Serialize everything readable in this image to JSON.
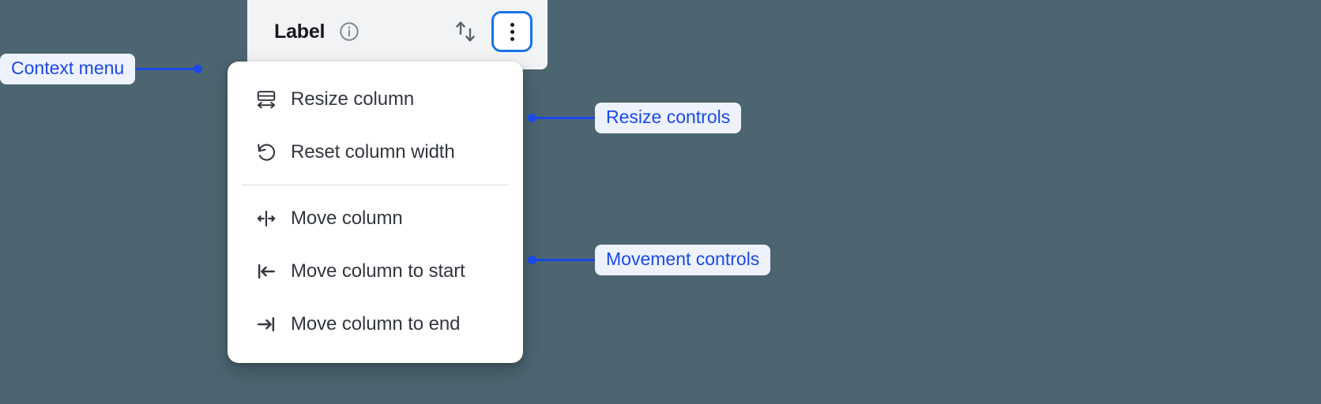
{
  "background_color": "#4c6570",
  "accent_color": "#1a49e8",
  "focus_ring_color": "#1a73e8",
  "header": {
    "title": "Label",
    "info_icon": "info-circle-icon",
    "sort_icon": "sort-arrows-icon",
    "kebab_icon": "more-vertical-icon",
    "card_background": "#f1f3f4"
  },
  "menu": {
    "groups": [
      {
        "name": "resize",
        "items": [
          {
            "label": "Resize column",
            "icon": "resize-column-icon"
          },
          {
            "label": "Reset column width",
            "icon": "reset-rotate-icon"
          }
        ]
      },
      {
        "name": "movement",
        "items": [
          {
            "label": "Move column",
            "icon": "move-column-icon"
          },
          {
            "label": "Move column to start",
            "icon": "move-to-start-icon"
          },
          {
            "label": "Move column to end",
            "icon": "move-to-end-icon"
          }
        ]
      }
    ]
  },
  "annotations": {
    "context_menu": "Context menu",
    "resize_controls": "Resize controls",
    "movement_controls": "Movement controls"
  }
}
